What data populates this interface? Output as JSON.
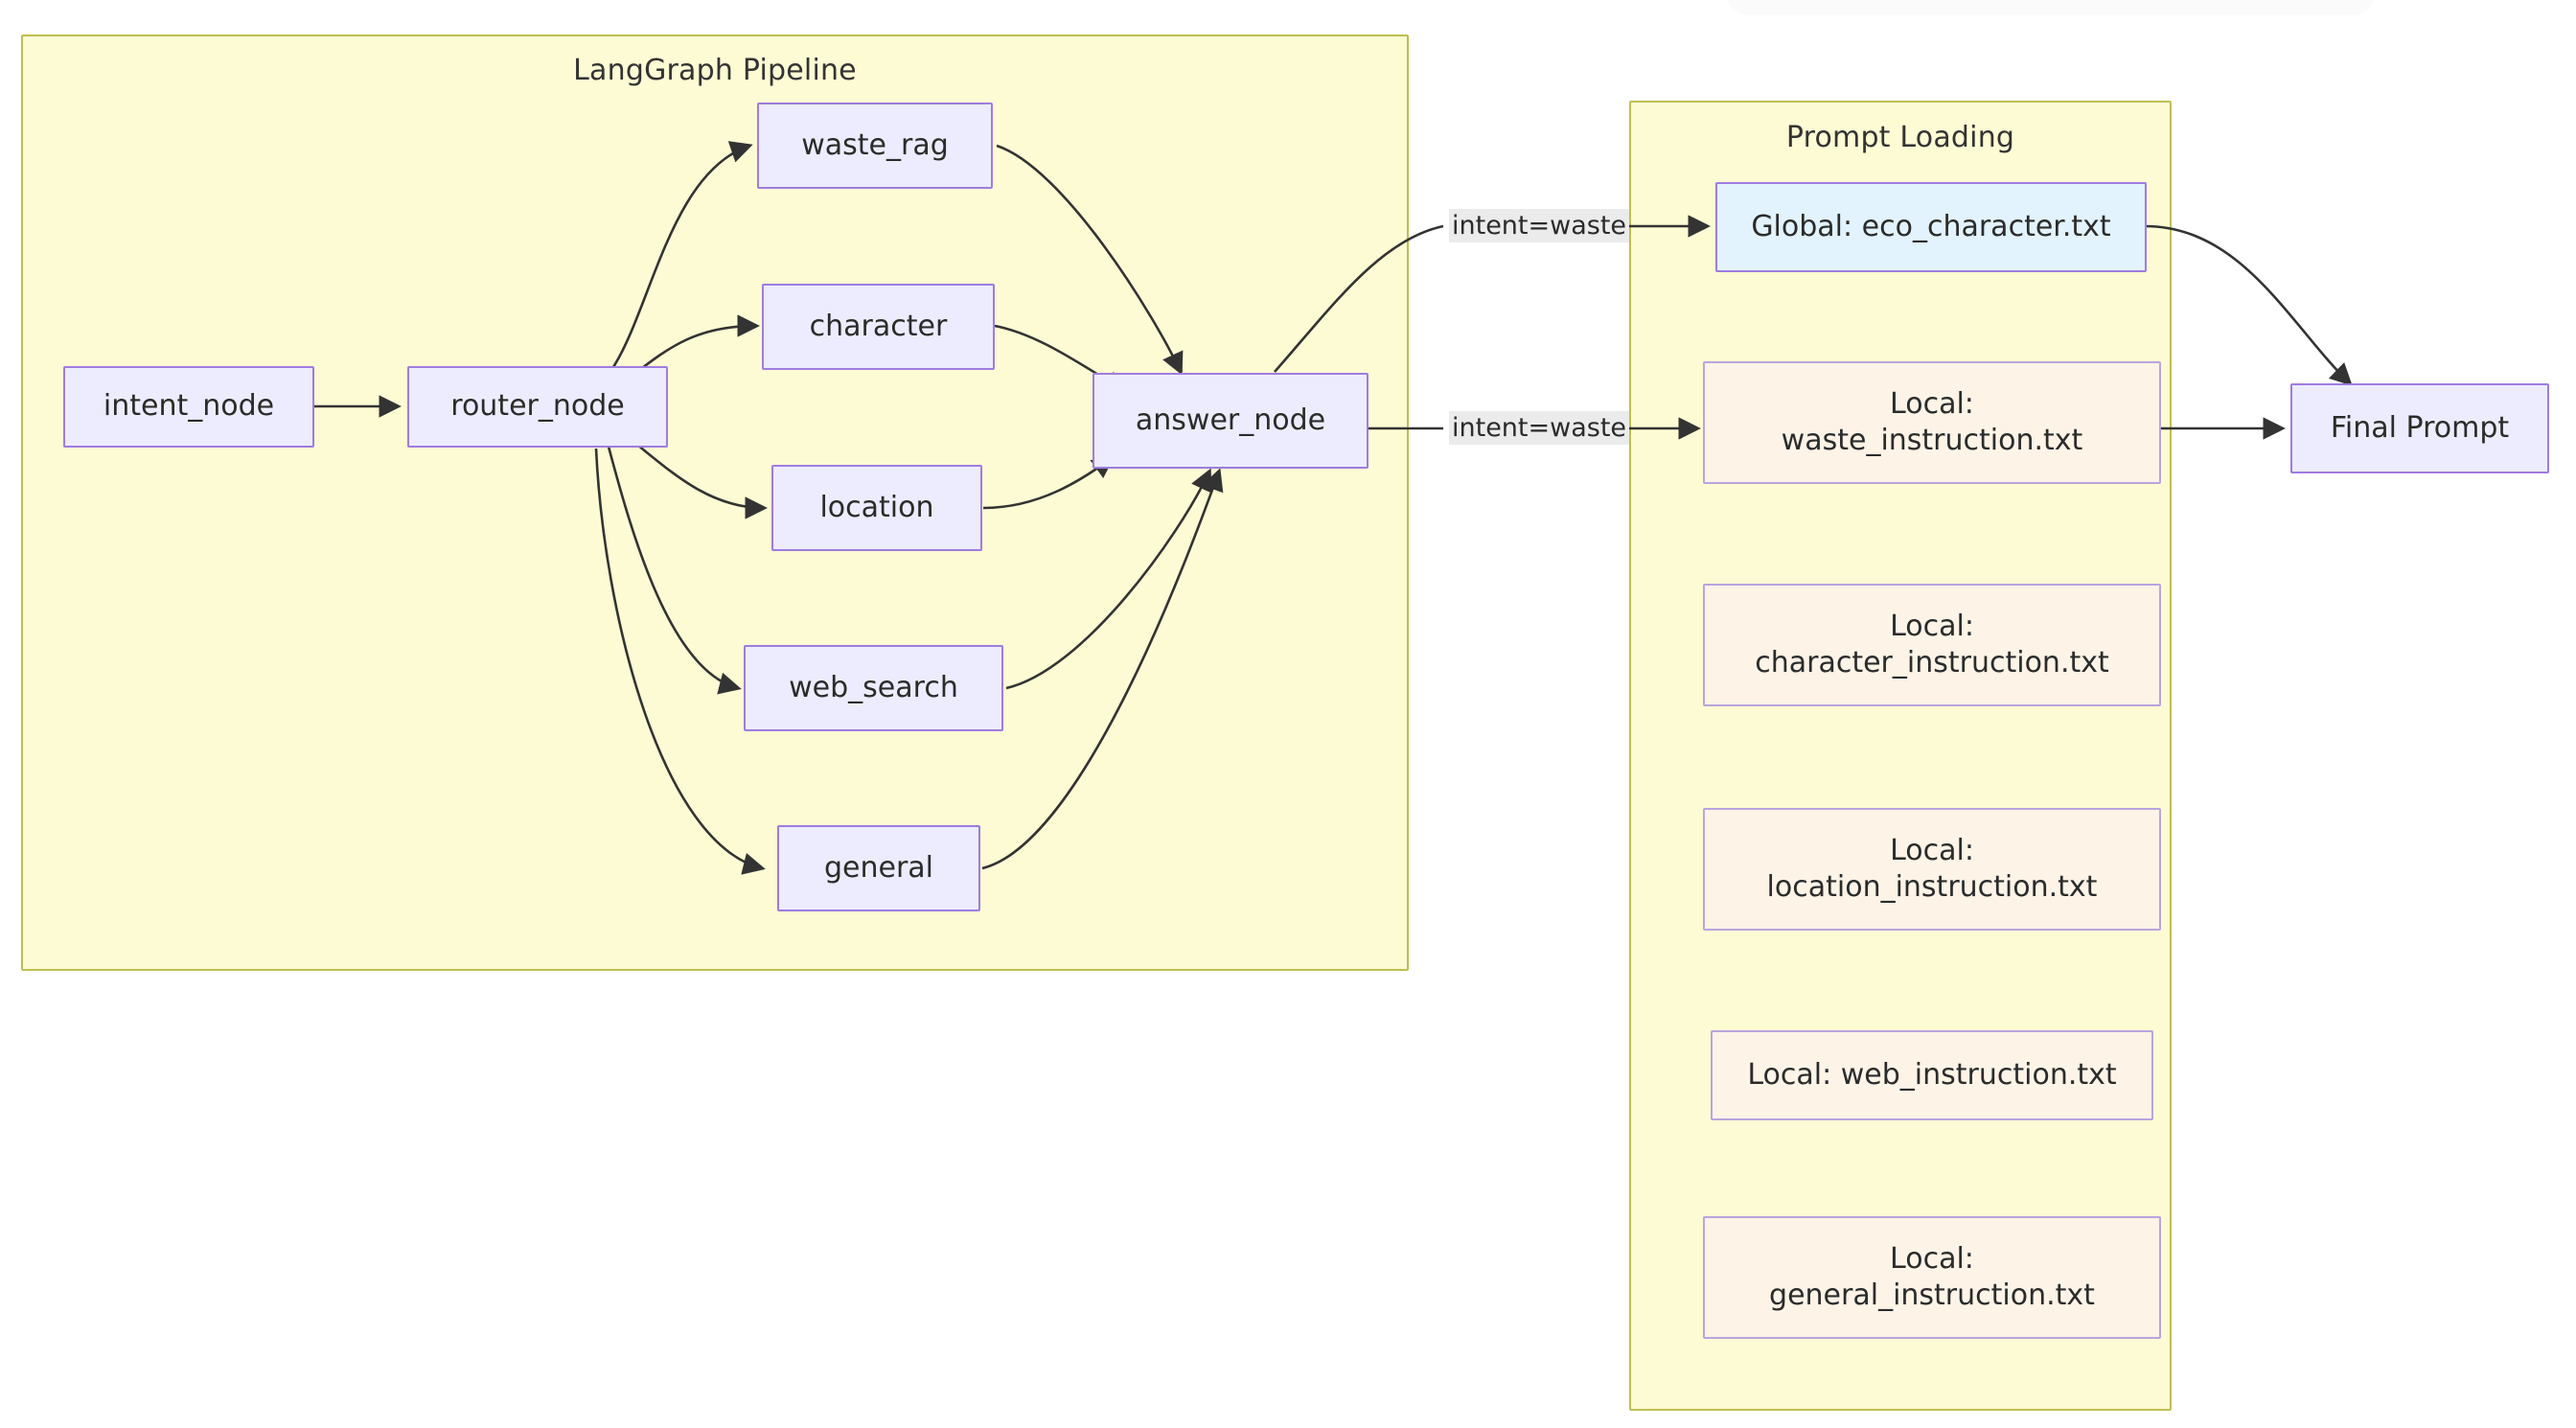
{
  "diagram": {
    "type": "flowchart",
    "subgraphs": [
      {
        "id": "langgraph",
        "title": "LangGraph Pipeline"
      },
      {
        "id": "prompt_loading",
        "title": "Prompt Loading"
      }
    ],
    "nodes": [
      {
        "id": "intent_node",
        "label": "intent_node",
        "group": "langgraph",
        "style": "lilac"
      },
      {
        "id": "router_node",
        "label": "router_node",
        "group": "langgraph",
        "style": "lilac"
      },
      {
        "id": "waste_rag",
        "label": "waste_rag",
        "group": "langgraph",
        "style": "lilac"
      },
      {
        "id": "character",
        "label": "character",
        "group": "langgraph",
        "style": "lilac"
      },
      {
        "id": "location",
        "label": "location",
        "group": "langgraph",
        "style": "lilac"
      },
      {
        "id": "web_search",
        "label": "web_search",
        "group": "langgraph",
        "style": "lilac"
      },
      {
        "id": "general",
        "label": "general",
        "group": "langgraph",
        "style": "lilac"
      },
      {
        "id": "answer_node",
        "label": "answer_node",
        "group": "langgraph",
        "style": "lilac"
      },
      {
        "id": "global_eco",
        "label": "Global: eco_character.txt",
        "group": "prompt_loading",
        "style": "blue"
      },
      {
        "id": "local_waste",
        "label": "Local:\nwaste_instruction.txt",
        "group": "prompt_loading",
        "style": "cream"
      },
      {
        "id": "local_character",
        "label": "Local:\ncharacter_instruction.txt",
        "group": "prompt_loading",
        "style": "cream"
      },
      {
        "id": "local_location",
        "label": "Local:\nlocation_instruction.txt",
        "group": "prompt_loading",
        "style": "cream"
      },
      {
        "id": "local_web",
        "label": "Local: web_instruction.txt",
        "group": "prompt_loading",
        "style": "cream"
      },
      {
        "id": "local_general",
        "label": "Local:\ngeneral_instruction.txt",
        "group": "prompt_loading",
        "style": "cream"
      },
      {
        "id": "final_prompt",
        "label": "Final Prompt",
        "group": "none",
        "style": "lilac"
      }
    ],
    "edge_labels": [
      {
        "id": "edge_label_global",
        "text": "intent=waste"
      },
      {
        "id": "edge_label_local",
        "text": "intent=waste"
      }
    ],
    "edges": [
      {
        "from": "intent_node",
        "to": "router_node",
        "label": ""
      },
      {
        "from": "router_node",
        "to": "waste_rag",
        "label": ""
      },
      {
        "from": "router_node",
        "to": "character",
        "label": ""
      },
      {
        "from": "router_node",
        "to": "location",
        "label": ""
      },
      {
        "from": "router_node",
        "to": "web_search",
        "label": ""
      },
      {
        "from": "router_node",
        "to": "general",
        "label": ""
      },
      {
        "from": "waste_rag",
        "to": "answer_node",
        "label": ""
      },
      {
        "from": "character",
        "to": "answer_node",
        "label": ""
      },
      {
        "from": "location",
        "to": "answer_node",
        "label": ""
      },
      {
        "from": "web_search",
        "to": "answer_node",
        "label": ""
      },
      {
        "from": "general",
        "to": "answer_node",
        "label": ""
      },
      {
        "from": "answer_node",
        "to": "global_eco",
        "label": "intent=waste"
      },
      {
        "from": "answer_node",
        "to": "local_waste",
        "label": "intent=waste"
      },
      {
        "from": "global_eco",
        "to": "final_prompt",
        "label": ""
      },
      {
        "from": "local_waste",
        "to": "final_prompt",
        "label": ""
      }
    ],
    "colors": {
      "subgraph_fill": "#fdfbd4",
      "subgraph_border": "#bfbf52",
      "node_lilac_fill": "#ececfe",
      "node_lilac_border": "#9f7be1",
      "node_blue_fill": "#e2f3fd",
      "node_cream_fill": "#fdf3e7",
      "edge_stroke": "#333333",
      "edge_label_bg": "#ebebeb",
      "text": "#2b2b2b",
      "background": "#ffffff"
    }
  }
}
